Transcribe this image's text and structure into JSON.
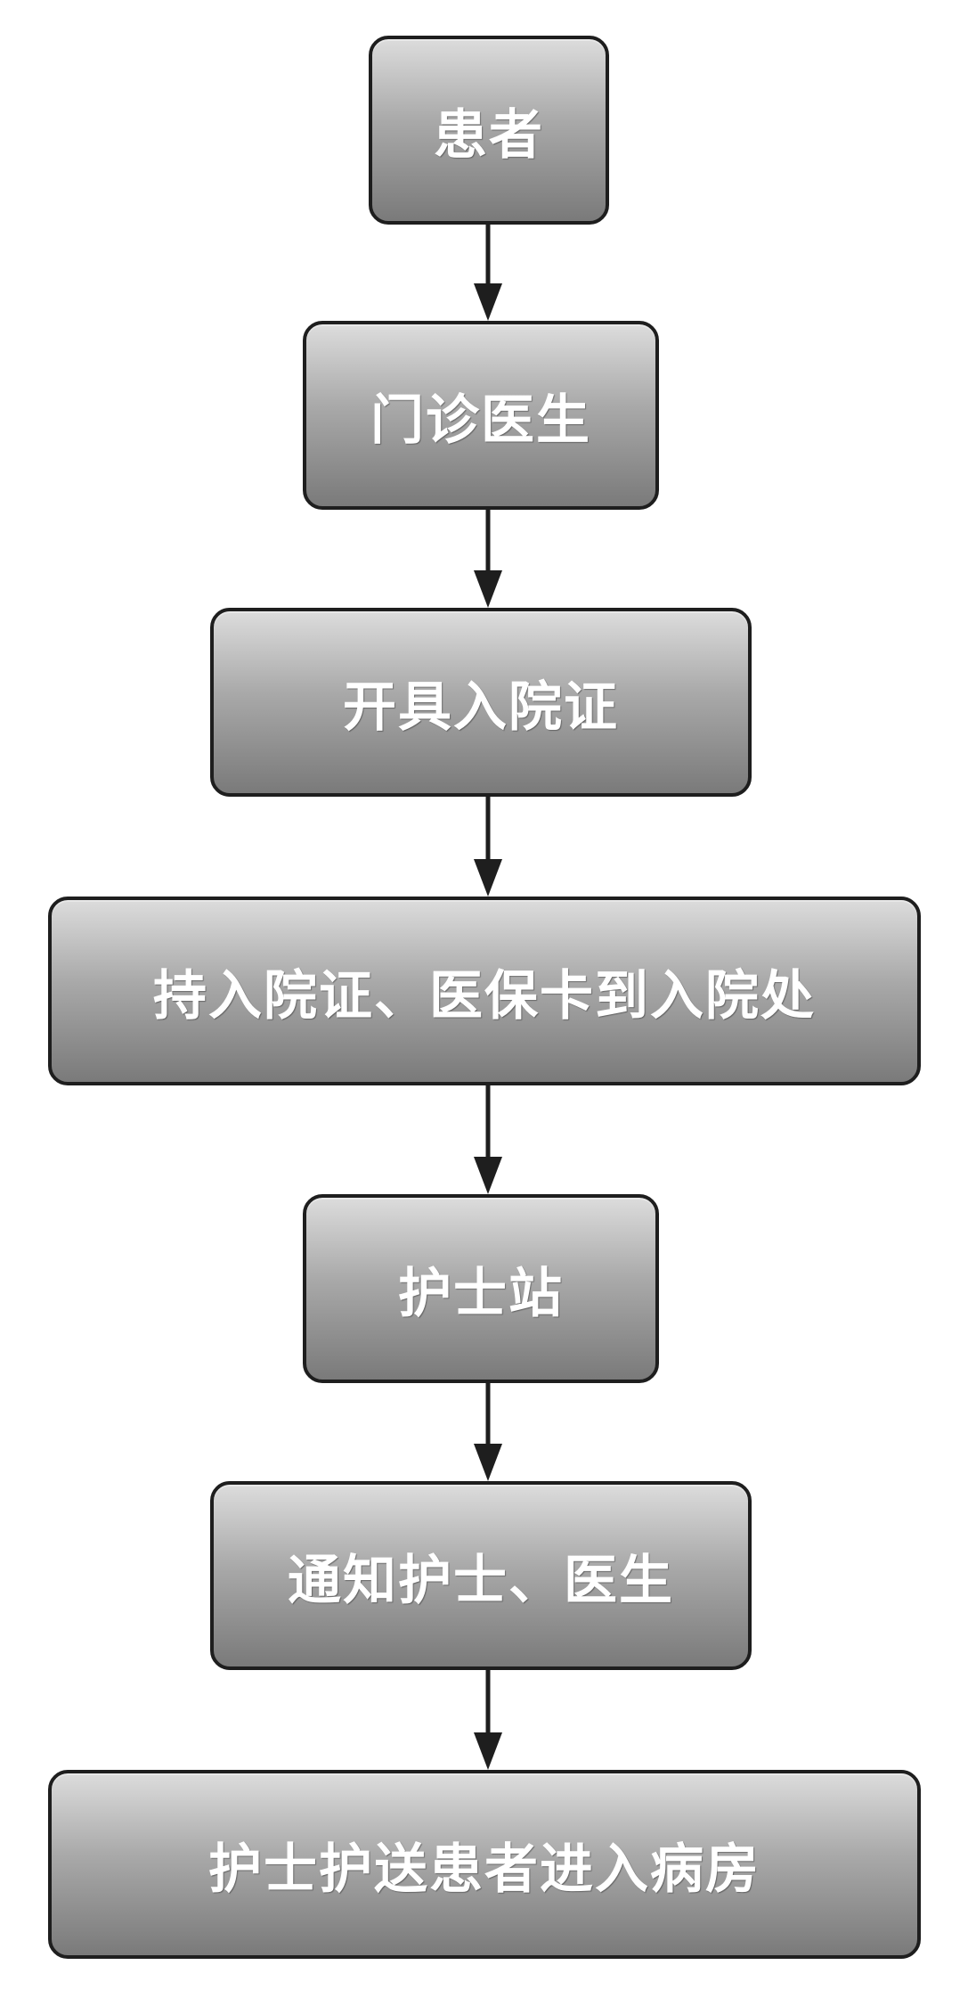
{
  "flowchart": {
    "steps": [
      {
        "label": "患者"
      },
      {
        "label": "门诊医生"
      },
      {
        "label": "开具入院证"
      },
      {
        "label": "持入院证、医保卡到入院处"
      },
      {
        "label": "护士站"
      },
      {
        "label": "通知护士、医生"
      },
      {
        "label": "护士护送患者进入病房"
      }
    ]
  },
  "colors": {
    "border": "#1e1e1e",
    "fill_top": "#dcdcdc",
    "fill_bottom": "#7a7a7a",
    "text": "#ffffff",
    "arrow": "#1e1e1e"
  }
}
